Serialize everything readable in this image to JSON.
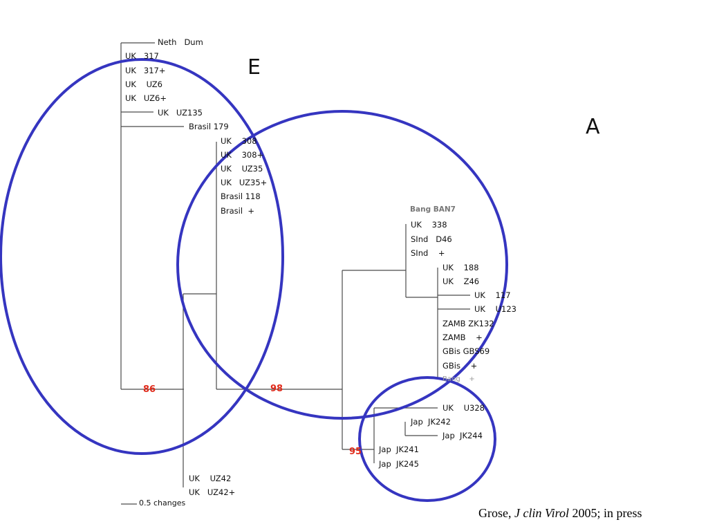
{
  "tree": {
    "leaves": [
      {
        "id": "l01",
        "label": "Neth   Dum"
      },
      {
        "id": "l02",
        "label": "UK   317"
      },
      {
        "id": "l03",
        "label": "UK   317+"
      },
      {
        "id": "l04",
        "label": "UK    UZ6"
      },
      {
        "id": "l05",
        "label": "UK   UZ6+"
      },
      {
        "id": "l06",
        "label": "UK   UZ135"
      },
      {
        "id": "l07",
        "label": "Brasil 179"
      },
      {
        "id": "l08",
        "label": "UK    308"
      },
      {
        "id": "l09",
        "label": "UK    308+"
      },
      {
        "id": "l10",
        "label": "UK    UZ35"
      },
      {
        "id": "l11",
        "label": "UK   UZ35+"
      },
      {
        "id": "l12",
        "label": "Brasil 118"
      },
      {
        "id": "l13",
        "label": "Brasil  +"
      },
      {
        "id": "l14",
        "label": "Bang BAN7"
      },
      {
        "id": "l15",
        "label": "UK    338"
      },
      {
        "id": "l16",
        "label": "SInd   D46"
      },
      {
        "id": "l17",
        "label": "SInd    +"
      },
      {
        "id": "l18",
        "label": "UK    188"
      },
      {
        "id": "l19",
        "label": "UK    Z46"
      },
      {
        "id": "l20",
        "label": "UK    117"
      },
      {
        "id": "l21",
        "label": "UK    U123"
      },
      {
        "id": "l22",
        "label": "ZAMB ZK132"
      },
      {
        "id": "l23",
        "label": "ZAMB    +"
      },
      {
        "id": "l24",
        "label": "GBis GBS69"
      },
      {
        "id": "l25",
        "label": "GBis    +"
      },
      {
        "id": "l26",
        "label": "Bang    +"
      },
      {
        "id": "l27",
        "label": "UK    U328"
      },
      {
        "id": "l28",
        "label": "Jap  JK242"
      },
      {
        "id": "l29",
        "label": "Jap  JK244"
      },
      {
        "id": "l30",
        "label": "Jap  JK241"
      },
      {
        "id": "l31",
        "label": "Jap  JK245"
      },
      {
        "id": "l32",
        "label": "UK    UZ42"
      },
      {
        "id": "l33",
        "label": "UK   UZ42+"
      }
    ],
    "bootstrap": [
      {
        "id": "b86",
        "label": "86"
      },
      {
        "id": "b98",
        "label": "98"
      },
      {
        "id": "b95",
        "label": "95"
      }
    ],
    "scale_label": "0.5 changes"
  },
  "clades": [
    {
      "id": "cE",
      "label": "E"
    },
    {
      "id": "cA",
      "label": "A"
    }
  ],
  "citation": {
    "author": "Grose, ",
    "journal": "J clin Virol",
    "rest": " 2005; in press"
  },
  "colors": {
    "branch": "#4a4a4a",
    "ellipse": "#3535c0",
    "bootstrap": "#e02a1a"
  }
}
